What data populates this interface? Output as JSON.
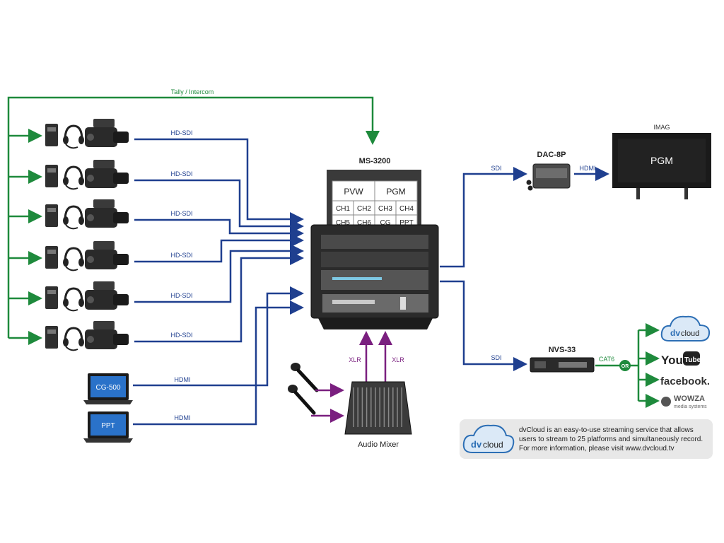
{
  "tally_label": "Tally / Intercom",
  "camera_link_labels": [
    "HD-SDI",
    "HD-SDI",
    "HD-SDI",
    "HD-SDI",
    "HD-SDI",
    "HD-SDI"
  ],
  "laptops": [
    {
      "screen": "CG-500",
      "link": "HDMI"
    },
    {
      "screen": "PPT",
      "link": "HDMI"
    }
  ],
  "ms3200": {
    "title": "MS-3200",
    "pvw": "PVW",
    "pgm": "PGM",
    "channels": [
      "CH1",
      "CH2",
      "CH3",
      "CH4",
      "CH5",
      "CH6",
      "CG",
      "PPT"
    ]
  },
  "audio": {
    "mixer_label": "Audio Mixer",
    "xlr_left": "XLR",
    "xlr_right": "XLR"
  },
  "dac": {
    "title": "DAC-8P",
    "in_label": "SDI",
    "out_label": "HDMI"
  },
  "imag": {
    "title": "IMAG",
    "screen": "PGM"
  },
  "nvs": {
    "title": "NVS-33",
    "in_label": "SDI",
    "out_label": "CAT6",
    "or_label": "OR"
  },
  "platforms": {
    "dvcloud_dv": "dv",
    "dvcloud_cloud": "cloud",
    "youtube_you": "You",
    "youtube_tube": "Tube",
    "facebook": "facebook.",
    "wowza": "WOWZA",
    "wowza_sub": "media systems"
  },
  "dvcloud_note": {
    "line1": "dvCloud is an easy-to-use streaming service that allows",
    "line2": "users to stream to 25 platforms and simultaneously record.",
    "line3": "For more information, please visit www.dvcloud.tv"
  },
  "colors": {
    "blue": "#1f3f8f",
    "green": "#1e8a3c",
    "purple": "#7a1f7f",
    "dvcloud": "#2d6fb5"
  }
}
